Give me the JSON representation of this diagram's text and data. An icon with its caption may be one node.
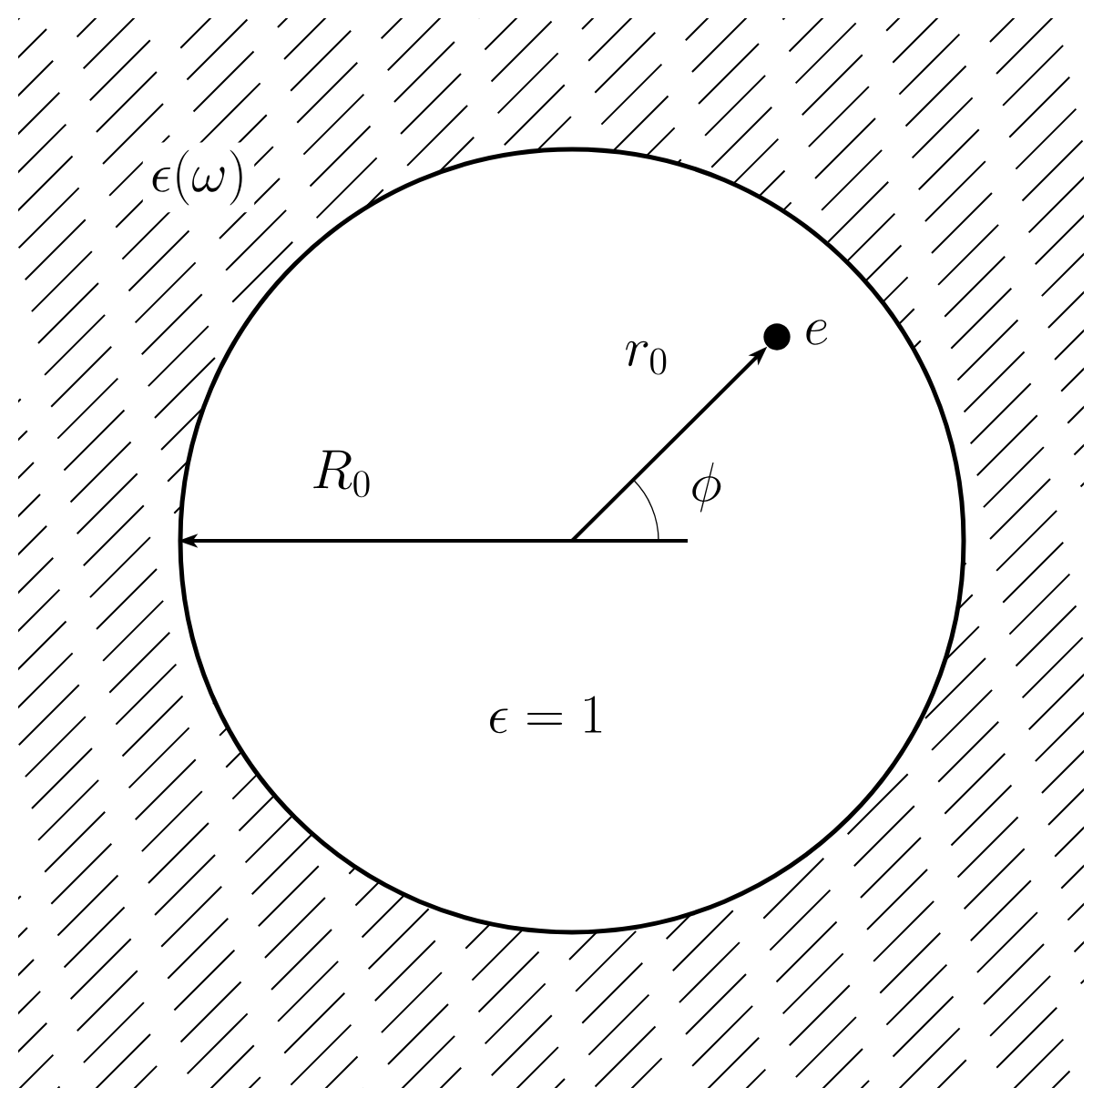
{
  "diagram": {
    "nodes": [
      {
        "text": [
          "\\epsilon = 1"
        ]
      },
      {
        "text": [],
        "shape": "circle",
        "in": 0,
        "beside": [
          "e"
        ]
      }
    ],
    "edges": [
      {
        "from": null,
        "to": 0,
        "arrow": "to",
        "label": "R_0"
      },
      {
        "from": null,
        "to": 1,
        "arrow": "to",
        "label": "r_0"
      }
    ],
    "labels": [
      "\\epsilon(\\omega)",
      "\\phi"
    ]
  }
}
